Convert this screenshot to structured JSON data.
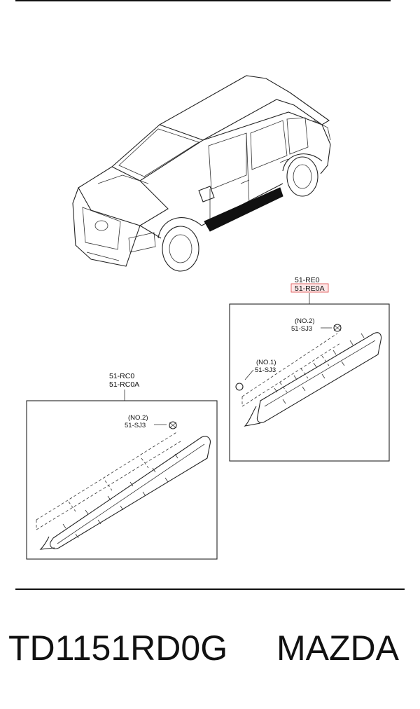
{
  "callouts": {
    "right_assembly": {
      "code_1": "51-RE0",
      "code_2": "51-RE0A"
    },
    "left_assembly": {
      "code_1": "51-RC0",
      "code_2": "51-RC0A"
    },
    "clip_right_upper": {
      "note": "(NO.2)",
      "code": "51-SJ3"
    },
    "clip_right_lower": {
      "note": "(NO.1)",
      "code": "51-SJ3"
    },
    "clip_left": {
      "note": "(NO.2)",
      "code": "51-SJ3"
    }
  },
  "highlight_color": "#e05a5a",
  "caption": {
    "part_number": "TD1151RD0G",
    "brand": "MAZDA"
  }
}
